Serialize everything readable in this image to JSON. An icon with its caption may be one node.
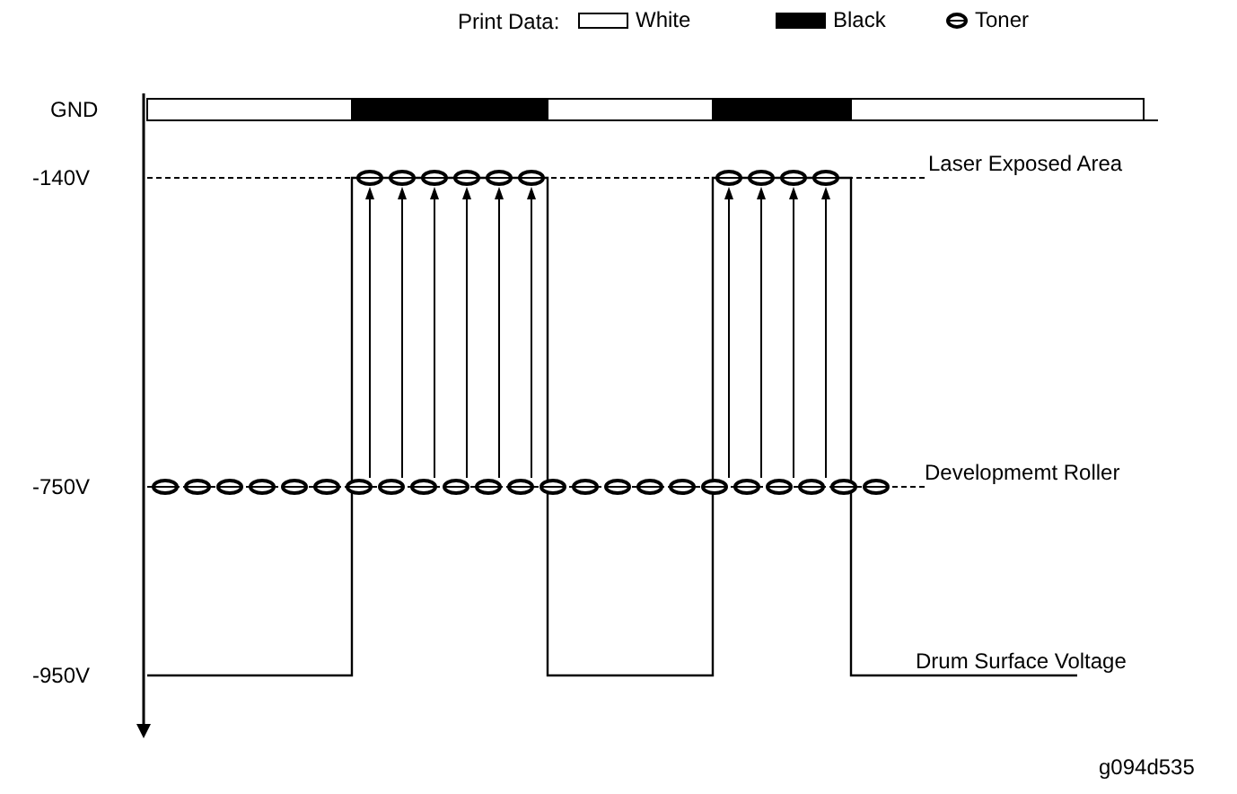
{
  "diagram": {
    "labels": [
      "Print Data:",
      "GND",
      "-140V",
      "-750V",
      "-950V",
      "Laser Exposed Area",
      "Developmemt Roller",
      "Drum Surface Voltage",
      "g094d535"
    ],
    "legend": [
      {
        "text": "White",
        "color": "#ffffff"
      },
      {
        "text": "Black",
        "color": "#000000"
      },
      {
        "text": "Toner"
      }
    ]
  }
}
